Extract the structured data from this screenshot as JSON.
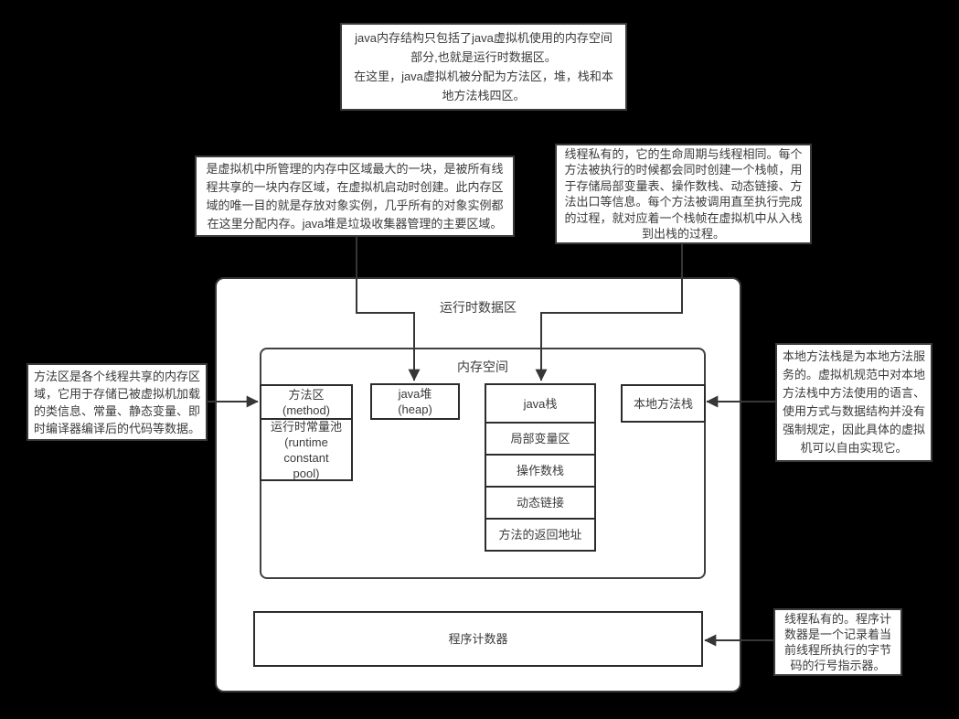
{
  "notes": {
    "jvm_overview": "java内存结构只包括了java虚拟机使用的内存空间\n部分,也就是运行时数据区。\n在这里，java虚拟机被分配为方法区，堆，栈和本\n地方法栈四区。",
    "heap": "是虚拟机中所管理的内存中区域最大的一块，是被所有线\n程共享的一块内存区域，在虚拟机启动时创建。此内存区\n域的唯一目的就是存放对象实例，几乎所有的对象实例都\n在这里分配内存。java堆是垃圾收集器管理的主要区域。",
    "java_stack": "线程私有的，它的生命周期与线程相同。每个\n方法被执行的时候都会同时创建一个栈帧，用\n于存储局部变量表、操作数栈、动态链接、方\n法出口等信息。每个方法被调用直至执行完成\n的过程，就对应着一个栈帧在虚拟机中从入栈\n到出栈的过程。",
    "method_area": "方法区是各个线程共享的内存区\n域，它用于存储已被虚拟机加载\n的类信息、常量、静态变量、即\n时编译器编译后的代码等数据。",
    "native_stack": "本地方法栈是为本地方法服\n务的。虚拟机规范中对本地\n方法栈中方法使用的语言、\n使用方式与数据结构并没有\n强制规定，因此具体的虚拟\n机可以自由实现它。",
    "program_counter": "线程私有的。程序计\n数器是一个记录着当\n前线程所执行的字节\n码的行号指示器。"
  },
  "diagram": {
    "runtime_data_area": "运行时数据区",
    "memory_space": "内存空间",
    "method_area": "方法区\n(method)",
    "constant_pool": "运行时常量池\n(runtime\nconstant\npool)",
    "heap": "java堆\n(heap)",
    "java_stack": "java栈",
    "stack_frames": [
      "局部变量区",
      "操作数栈",
      "动态链接",
      "方法的返回地址"
    ],
    "native_stack": "本地方法栈",
    "program_counter": "程序计数器"
  },
  "colors": {
    "background": "#000000",
    "box_fill": "#ffffff",
    "stroke": "#363636",
    "text": "#3b3b3b"
  }
}
